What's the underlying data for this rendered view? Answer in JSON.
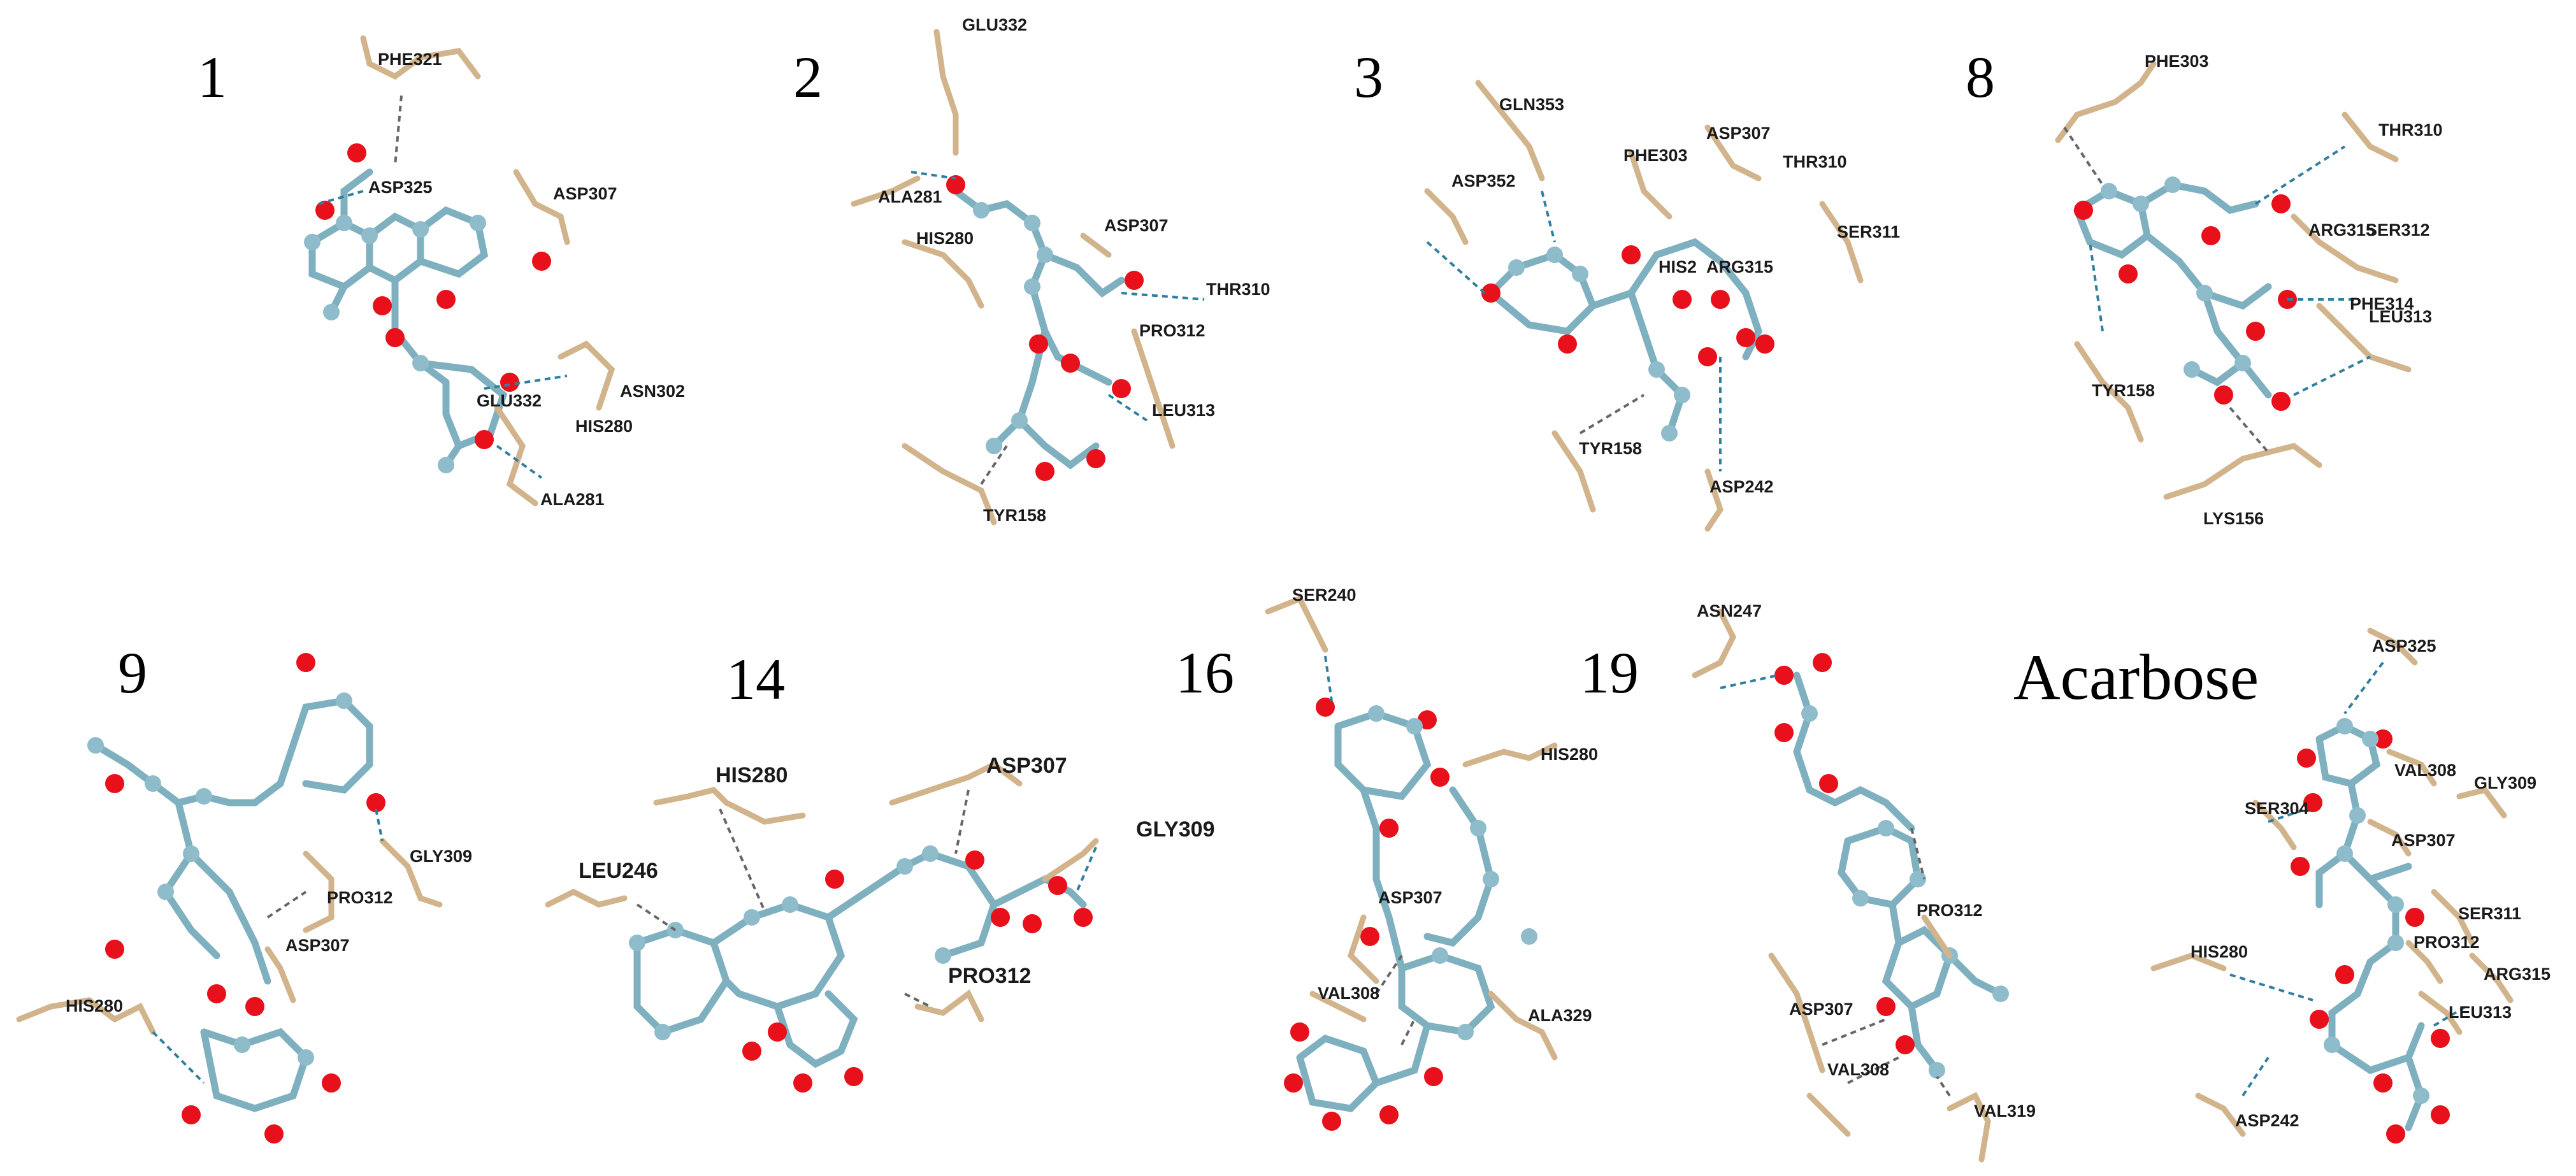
{
  "colors": {
    "ligand_carbon": "#8fbccb",
    "oxygen": "#e8101a",
    "nitrogen": "#2a4fd6",
    "sulfur": "#e0cf3a",
    "residue_carbon": "#d2b48c",
    "hydrogen_bond": "#2f7f9e",
    "hydrophobic_contact": "#666666"
  },
  "panels": [
    {
      "title": "1",
      "residues": [
        "PHE321",
        "ASP325",
        "ASP307",
        "ASN302",
        "GLU332",
        "HIS280",
        "ALA281"
      ]
    },
    {
      "title": "2",
      "residues": [
        "GLU332",
        "ALA281",
        "HIS280",
        "ASP307",
        "THR310",
        "PRO312",
        "LEU313",
        "TYR158"
      ]
    },
    {
      "title": "3",
      "residues": [
        "GLN353",
        "ASP352",
        "PHE303",
        "ASP307",
        "THR310",
        "SER311",
        "HIS2",
        "ARG315",
        "TYR158",
        "ASP242"
      ]
    },
    {
      "title": "8",
      "residues": [
        "PHE303",
        "THR310",
        "ARG315",
        "SER312",
        "PHE314",
        "LEU313",
        "TYR158",
        "LYS156"
      ]
    },
    {
      "title": "9",
      "residues": [
        "GLY309",
        "PRO312",
        "ASP307",
        "HIS280"
      ]
    },
    {
      "title": "14",
      "residues": [
        "HIS280",
        "ASP307",
        "GLY309",
        "LEU246",
        "PRO312"
      ]
    },
    {
      "title": "16",
      "residues": [
        "SER240",
        "HIS280",
        "ASP307",
        "VAL308",
        "ALA329"
      ]
    },
    {
      "title": "19",
      "residues": [
        "ASN247",
        "PRO312",
        "ASP307",
        "VAL308",
        "VAL319"
      ]
    },
    {
      "title": "Acarbose",
      "residues": [
        "ASP325",
        "VAL308",
        "GLY309",
        "SER304",
        "ASP307",
        "HIS280",
        "SER311",
        "PRO312",
        "ARG315",
        "LEU313",
        "ASP242"
      ]
    }
  ]
}
